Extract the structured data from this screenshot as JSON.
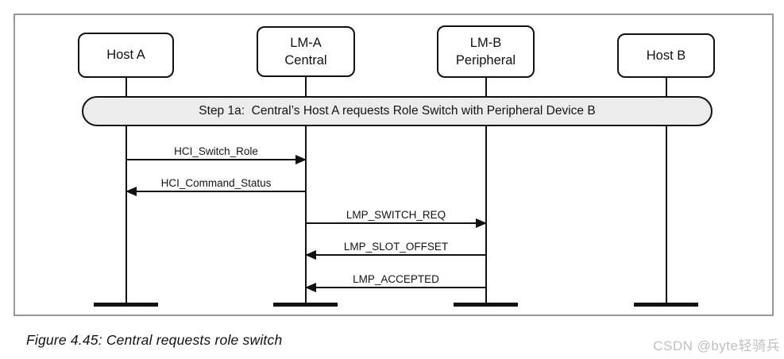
{
  "figure": {
    "type": "sequence-diagram",
    "step_banner": "Step 1a:  Central’s Host A requests Role Switch with Peripheral Device B",
    "actors": [
      {
        "id": "host-a",
        "line1": "Host A",
        "line2": ""
      },
      {
        "id": "lm-a",
        "line1": "LM-A",
        "line2": "Central"
      },
      {
        "id": "lm-b",
        "line1": "LM-B",
        "line2": "Peripheral"
      },
      {
        "id": "host-b",
        "line1": "Host B",
        "line2": ""
      }
    ],
    "messages": [
      {
        "label": "HCI_Switch_Role",
        "from": "host-a",
        "to": "lm-a",
        "direction": "right"
      },
      {
        "label": "HCI_Command_Status",
        "from": "lm-a",
        "to": "host-a",
        "direction": "left"
      },
      {
        "label": "LMP_SWITCH_REQ",
        "from": "lm-a",
        "to": "lm-b",
        "direction": "right"
      },
      {
        "label": "LMP_SLOT_OFFSET",
        "from": "lm-b",
        "to": "lm-a",
        "direction": "left"
      },
      {
        "label": "LMP_ACCEPTED",
        "from": "lm-b",
        "to": "lm-a",
        "direction": "left"
      }
    ]
  },
  "caption": "Figure 4.45: Central requests role switch",
  "watermark": "CSDN @byte轻骑兵",
  "colors": {
    "line": "#111111",
    "banner_fill": "#ececec",
    "frame_border": "#979797",
    "watermark_text": "#bfbfbf",
    "background": "#ffffff"
  }
}
